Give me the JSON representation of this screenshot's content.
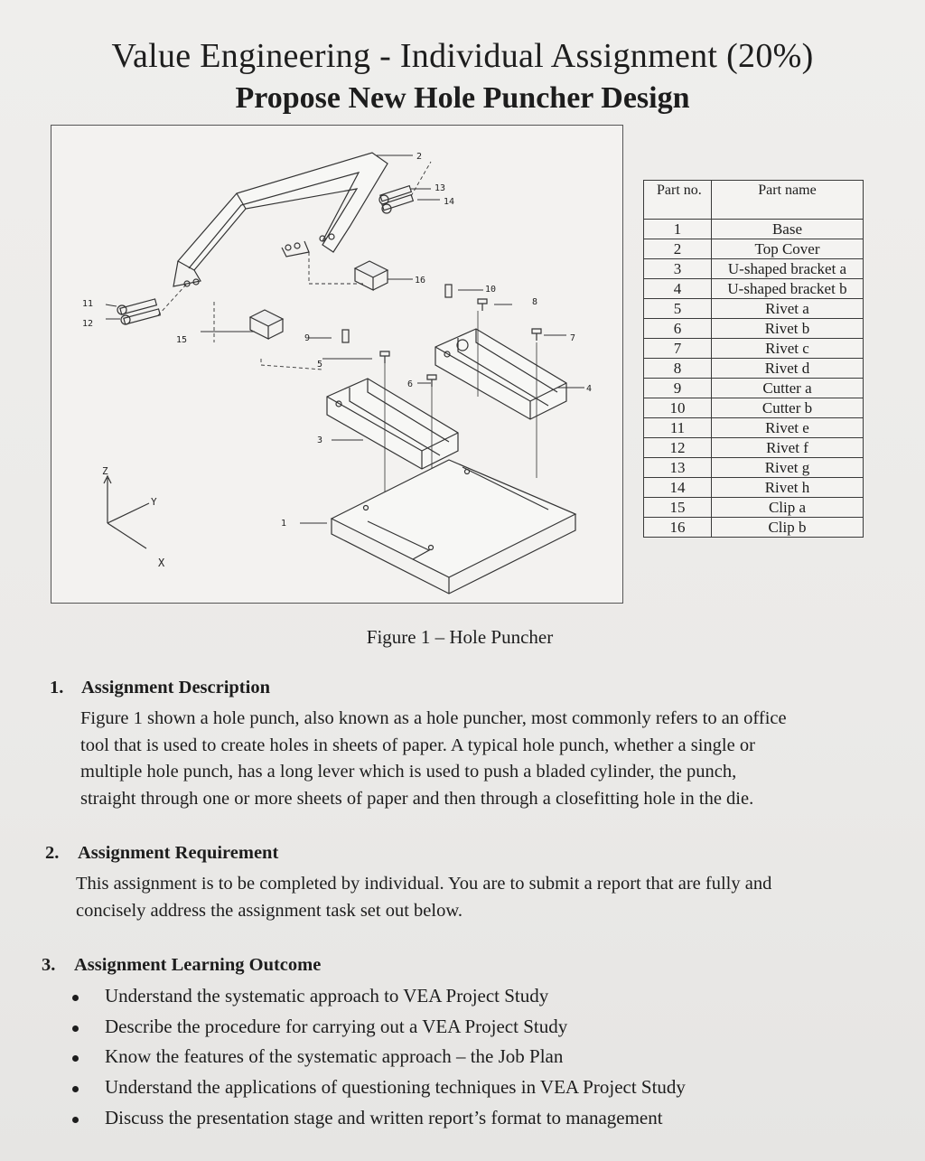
{
  "header": {
    "title": "Value Engineering - Individual Assignment (20%)",
    "subtitle": "Propose New Hole Puncher Design"
  },
  "figure": {
    "caption": "Figure 1 – Hole Puncher",
    "callouts": [
      "1",
      "2",
      "3",
      "4",
      "5",
      "6",
      "7",
      "8",
      "9",
      "10",
      "11",
      "12",
      "13",
      "14",
      "15",
      "16"
    ],
    "axes": [
      "Z",
      "Y",
      "X"
    ]
  },
  "parts_table": {
    "headers": [
      "Part no.",
      "Part name"
    ],
    "rows": [
      {
        "no": "1",
        "name": "Base"
      },
      {
        "no": "2",
        "name": "Top Cover"
      },
      {
        "no": "3",
        "name": "U-shaped bracket a"
      },
      {
        "no": "4",
        "name": "U-shaped bracket b"
      },
      {
        "no": "5",
        "name": "Rivet a"
      },
      {
        "no": "6",
        "name": "Rivet b"
      },
      {
        "no": "7",
        "name": "Rivet c"
      },
      {
        "no": "8",
        "name": "Rivet d"
      },
      {
        "no": "9",
        "name": "Cutter a"
      },
      {
        "no": "10",
        "name": "Cutter b"
      },
      {
        "no": "11",
        "name": "Rivet e"
      },
      {
        "no": "12",
        "name": "Rivet f"
      },
      {
        "no": "13",
        "name": "Rivet g"
      },
      {
        "no": "14",
        "name": "Rivet h"
      },
      {
        "no": "15",
        "name": "Clip a"
      },
      {
        "no": "16",
        "name": "Clip b"
      }
    ]
  },
  "sections": [
    {
      "num": "1.",
      "heading": "Assignment Description",
      "lines": [
        "Figure 1 shown a hole punch, also known as a hole puncher, most commonly refers to an office",
        "tool that is used to create holes in sheets of paper. A typical hole punch, whether a single or",
        "multiple hole punch, has a long lever which is used to push a bladed cylinder, the punch,",
        "straight through one or more sheets of paper and then through a closefitting hole in the die."
      ]
    },
    {
      "num": "2.",
      "heading": "Assignment Requirement",
      "lines": [
        "This assignment is to be completed by individual. You are to submit a report that are fully and",
        "concisely address the assignment task set out below."
      ]
    },
    {
      "num": "3.",
      "heading": "Assignment Learning Outcome",
      "bullets": [
        "Understand the systematic approach to VEA Project Study",
        "Describe the procedure for carrying out a VEA Project Study",
        "Know the features of the systematic approach – the Job Plan",
        "Understand the applications of questioning techniques in VEA Project Study",
        "Discuss the presentation stage and written report’s format to management"
      ]
    }
  ]
}
